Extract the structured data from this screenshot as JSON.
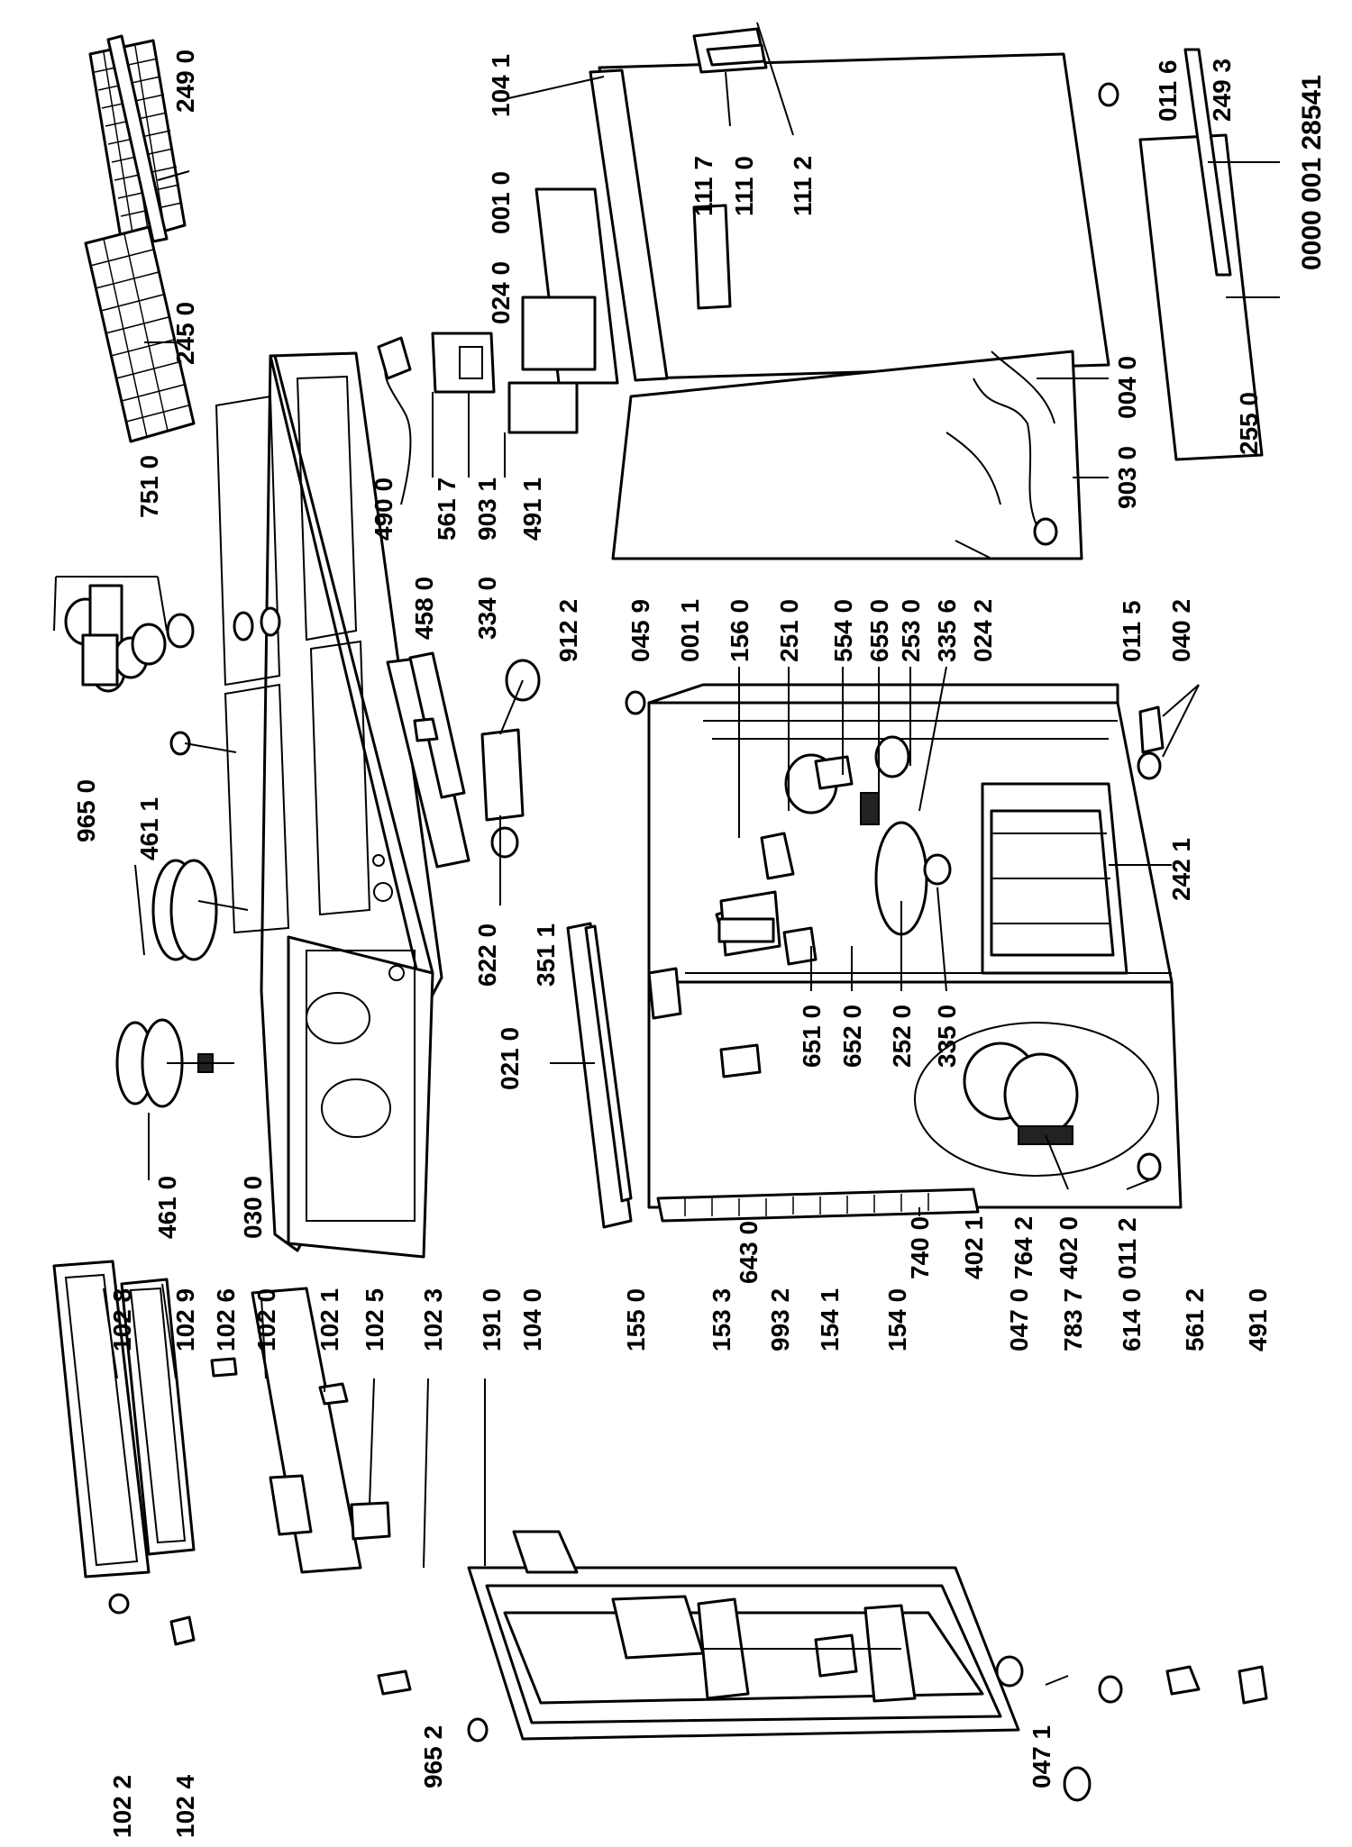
{
  "document_number": "0000 001 28541",
  "labels": {
    "l1022": "102 2",
    "l1024": "102 4",
    "l9652": "965 2",
    "l1028": "102 8",
    "l1029": "102 9",
    "l1026": "102 6",
    "l1020": "102 0",
    "l1021": "102 1",
    "l1025": "102 5",
    "l1023": "102 3",
    "l1910": "191 0",
    "l1040": "104 0",
    "l1550": "155 0",
    "l1533": "153 3",
    "l9932": "993 2",
    "l1541": "154 1",
    "l1540": "154 0",
    "l0470": "047 0",
    "l7837": "783 7",
    "l6140": "614 0",
    "l5612": "561 2",
    "l4910": "491 0",
    "l0471": "047 1",
    "l2490": "249 0",
    "l2450": "245 0",
    "l7510": "751 0",
    "l9650": "965 0",
    "l4611": "461 1",
    "l4610": "461 0",
    "l0300": "030 0",
    "l4900": "490 0",
    "l5617": "561 7",
    "l9031": "903 1",
    "l4911": "491 1",
    "l4580": "458 0",
    "l3340": "334 0",
    "l6220": "622 0",
    "l3511": "351 1",
    "l9122": "912 2",
    "l0210": "021 0",
    "l6430": "643 0",
    "l1041": "104 1",
    "l0010": "001 0",
    "l0240": "024 0",
    "l1117": "111 7",
    "l1110": "111 0",
    "l1112": "111 2",
    "l0116": "011 6",
    "l2493": "249 3",
    "l2550": "255 0",
    "l0040": "004 0",
    "l9030": "903 0",
    "l0242": "024 2",
    "l0011": "001 1",
    "l0115": "011 5",
    "l0402": "040 2",
    "l0459": "045 9",
    "l1560": "156 0",
    "l2510": "251 0",
    "l5540": "554 0",
    "l6550": "655 0",
    "l2530": "253 0",
    "l3356": "335 6",
    "l2421": "242 1",
    "l6510": "651 0",
    "l6520": "652 0",
    "l2520": "252 0",
    "l3350": "335 0",
    "l7400": "740 0",
    "l4021": "402 1",
    "l7642": "764 2",
    "l4020": "402 0",
    "l0112": "011 2"
  }
}
